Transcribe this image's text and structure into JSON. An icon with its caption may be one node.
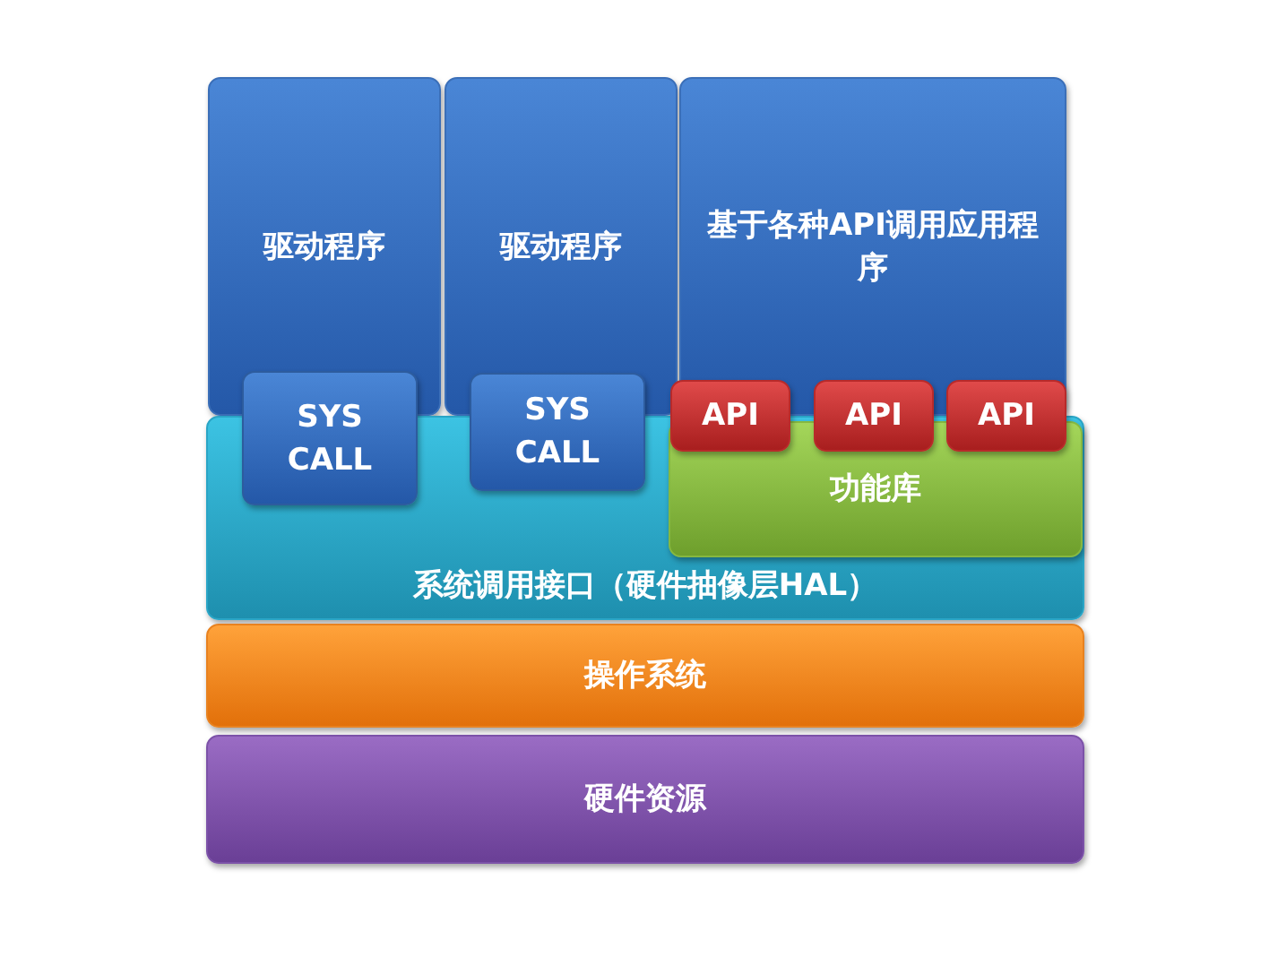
{
  "diagram": {
    "nodes": [
      {
        "text": [
          "驱动程序"
        ]
      },
      {
        "text": [
          "驱动程序"
        ]
      },
      {
        "text": [
          "基于各种API调用应用程序"
        ]
      },
      {
        "text": [
          "系统调用接口（硬件抽像层HAL）"
        ]
      },
      {
        "text": [
          "SYS CALL"
        ]
      },
      {
        "text": [
          "SYS CALL"
        ]
      },
      {
        "text": [
          "功能库"
        ],
        "in": 3
      },
      {
        "text": [
          "API"
        ]
      },
      {
        "text": [
          "API"
        ]
      },
      {
        "text": [
          "API"
        ]
      },
      {
        "text": [
          "操作系统"
        ]
      },
      {
        "text": [
          "硬件资源"
        ]
      }
    ]
  }
}
